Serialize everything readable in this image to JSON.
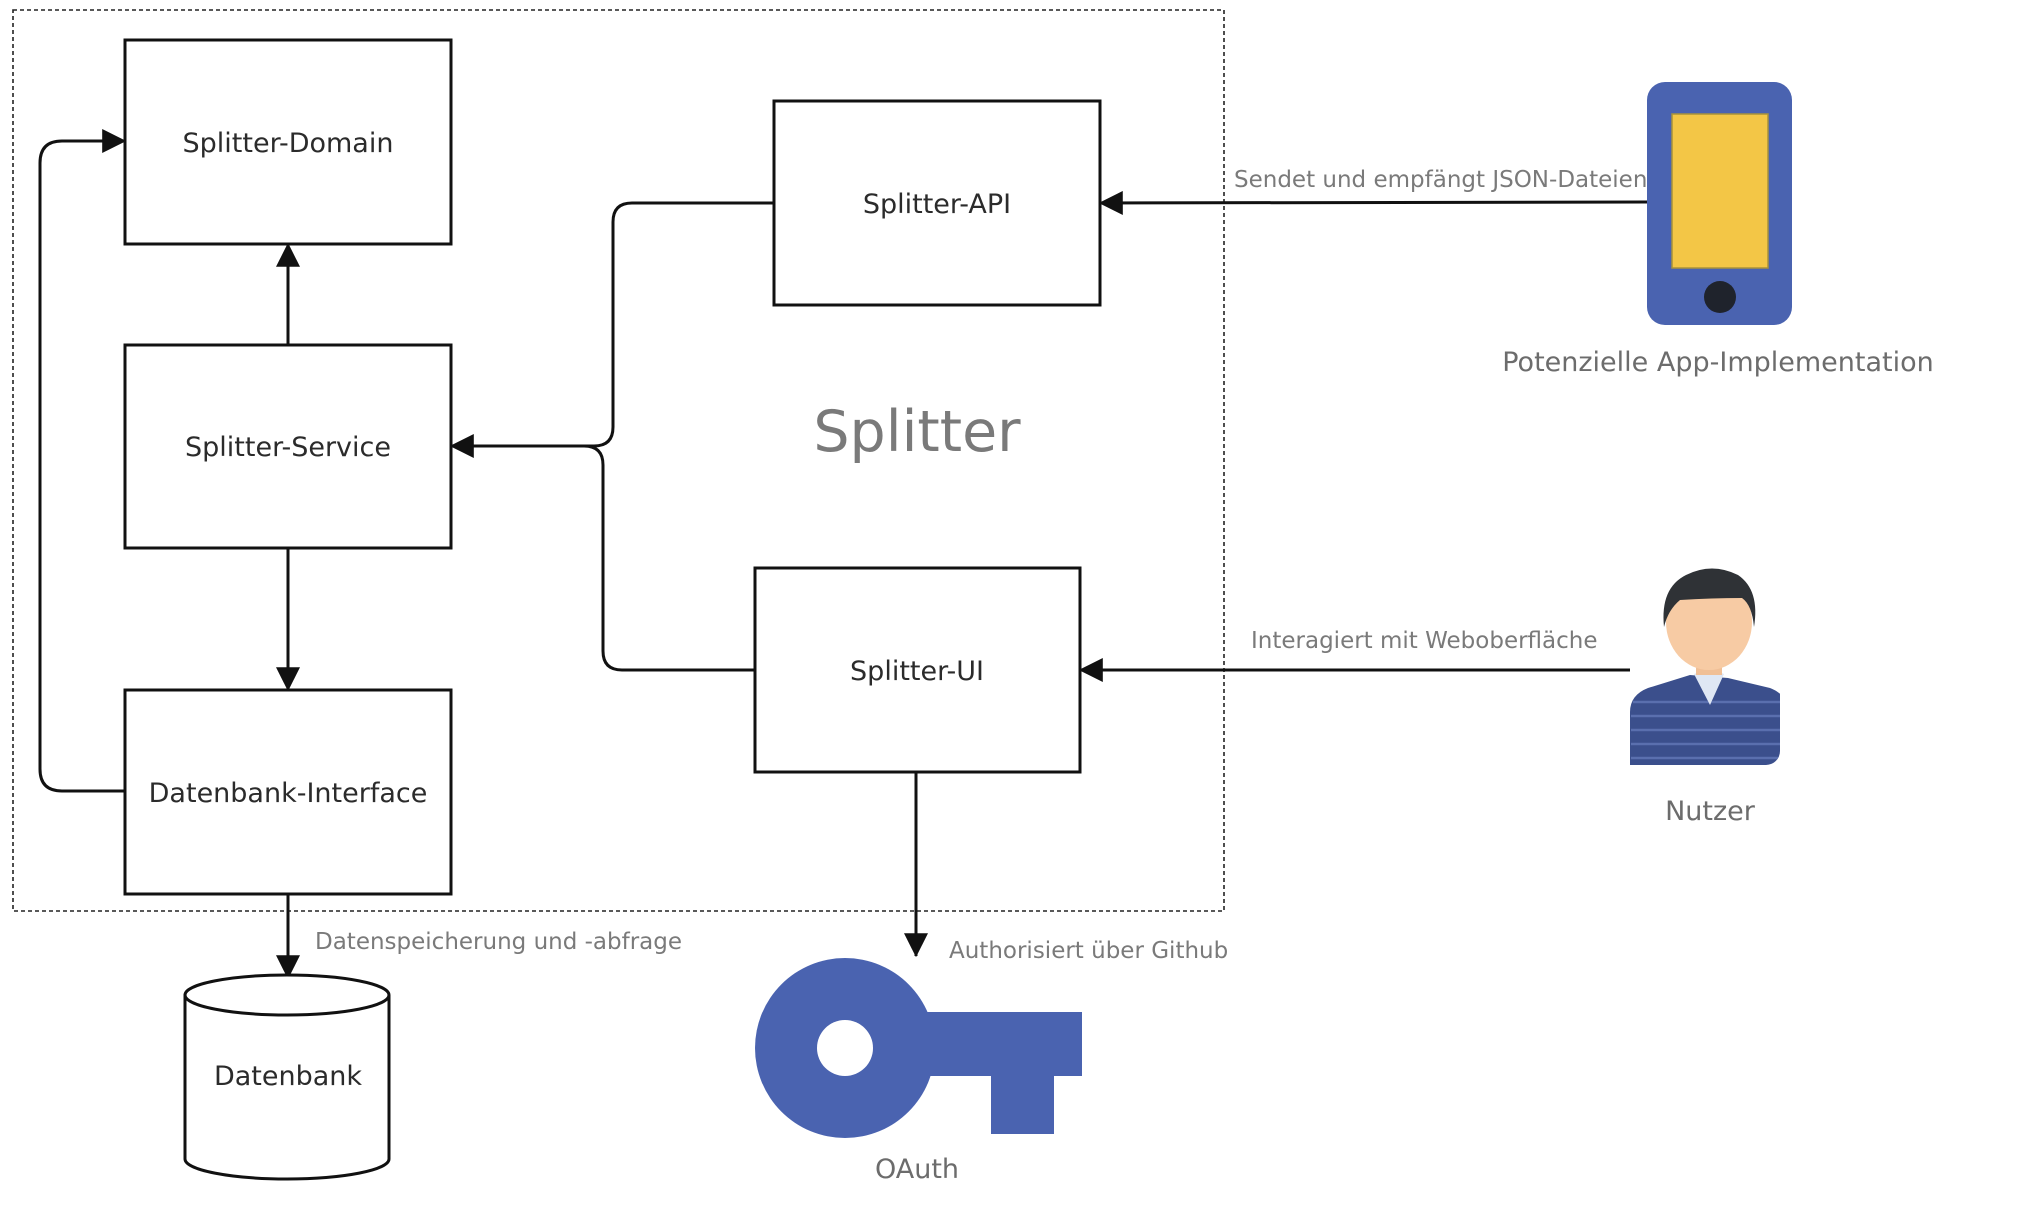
{
  "system": {
    "title": "Splitter"
  },
  "components": {
    "domain": "Splitter-Domain",
    "service": "Splitter-Service",
    "db_interface": "Datenbank-Interface",
    "api": "Splitter-API",
    "ui": "Splitter-UI"
  },
  "external": {
    "database": "Datenbank",
    "oauth": "OAuth",
    "app": "Potenzielle App-Implementation",
    "user": "Nutzer"
  },
  "edges": {
    "app_to_api": "Sendet und empfängt JSON-Dateien",
    "user_to_ui": "Interagiert mit Weboberfläche",
    "interface_to_db": "Datenspeicherung und -abfrage",
    "ui_to_oauth": "Authorisiert über Github"
  },
  "colors": {
    "line": "#111111",
    "icon_blue": "#4a63b0",
    "screen_yellow": "#f3c646",
    "skin": "#f7cba4",
    "hair": "#2f3236",
    "shirt": "#3b4f8c",
    "collar": "#dfe7f4"
  },
  "icons": {
    "app": "smartphone-icon",
    "user": "person-icon",
    "oauth": "key-icon",
    "database": "database-cylinder-icon"
  }
}
